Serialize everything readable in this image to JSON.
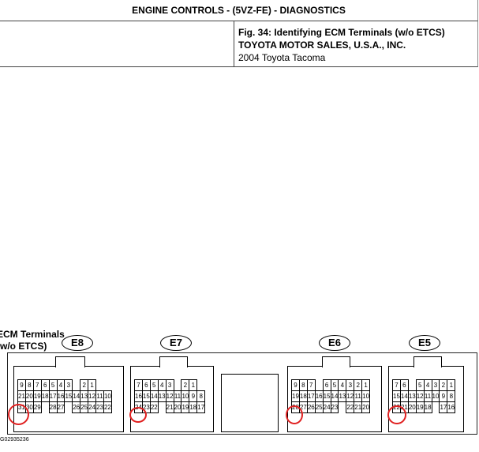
{
  "header": {
    "title": "ENGINE CONTROLS - (5VZ-FE) - DIAGNOSTICS"
  },
  "info": {
    "figure_title": "Fig. 34: Identifying ECM Terminals (w/o ETCS)",
    "company": "TOYOTA MOTOR SALES, U.S.A., INC.",
    "vehicle": "2004 Toyota Tacoma"
  },
  "diagram": {
    "title_line1": "ECM Terminals",
    "title_line2": "(w/o ETCS)",
    "figure_number": "G02935236",
    "connectors": [
      {
        "label": "E8",
        "row1": [
          "9",
          "8",
          "7",
          "6",
          "5",
          "4",
          "3",
          "",
          "2",
          "1"
        ],
        "row2": [
          "21",
          "20",
          "19",
          "18",
          "17",
          "16",
          "15",
          "14",
          "13",
          "12",
          "11",
          "10"
        ],
        "row3": [
          "31",
          "30",
          "29",
          "",
          "28",
          "27",
          "",
          "26",
          "25",
          "24",
          "23",
          "22"
        ],
        "highlighted": "31"
      },
      {
        "label": "E7",
        "row1": [
          "7",
          "6",
          "5",
          "4",
          "3",
          "",
          "2",
          "1"
        ],
        "row2": [
          "16",
          "15",
          "14",
          "13",
          "12",
          "11",
          "10",
          "9",
          "8"
        ],
        "row3": [
          "24",
          "23",
          "22",
          "",
          "21",
          "20",
          "19",
          "18",
          "17"
        ],
        "highlighted": "24"
      },
      {
        "label": "E6",
        "row1": [
          "9",
          "8",
          "7",
          "",
          "6",
          "5",
          "4",
          "3",
          "2",
          "1"
        ],
        "row2": [
          "19",
          "18",
          "17",
          "16",
          "15",
          "14",
          "13",
          "12",
          "11",
          "10"
        ],
        "row3": [
          "28",
          "27",
          "26",
          "25",
          "24",
          "23",
          "",
          "22",
          "21",
          "20"
        ],
        "highlighted": "28"
      },
      {
        "label": "E5",
        "row1": [
          "7",
          "6",
          "",
          "5",
          "4",
          "3",
          "2",
          "1"
        ],
        "row2": [
          "15",
          "14",
          "13",
          "12",
          "11",
          "10",
          "9",
          "8"
        ],
        "row3": [
          "22",
          "21",
          "20",
          "19",
          "18",
          "",
          "17",
          "16"
        ],
        "highlighted": "22"
      }
    ]
  }
}
